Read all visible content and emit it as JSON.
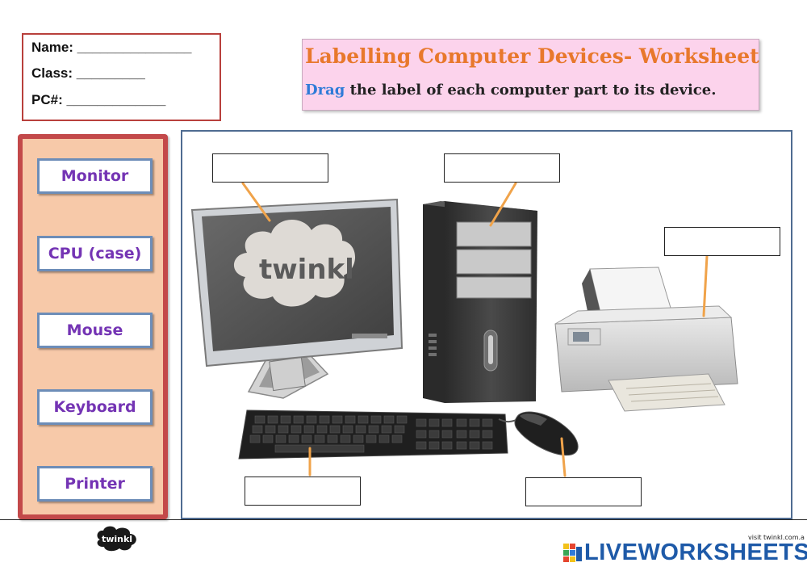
{
  "student_info": {
    "name": "Name: _______________",
    "class": "Class: _________",
    "pc": "PC#: _____________"
  },
  "banner": {
    "title": "Labelling Computer Devices- Worksheet",
    "subtitle_accent": "Drag",
    "subtitle_rest": " the label of each computer part to its device.",
    "colors": {
      "title": "#e8782c",
      "accent": "#2f7bd8",
      "background": "#fcd3ec"
    }
  },
  "labels": [
    "Monitor",
    "CPU (case)",
    "Mouse",
    "Keyboard",
    "Printer"
  ],
  "devices": {
    "monitor_logo": "twinkl"
  },
  "footer": {
    "logo": "twinkl",
    "visit": "visit twinkl.com.a",
    "brand": "LIVEWORKSHEETS",
    "brand_icon": "liveworksheets-badge-icon"
  },
  "colors": {
    "panel_bg": "#f7c9a9",
    "panel_border": "#c3494a",
    "tag_text": "#7434b4",
    "tag_border": "#6d8db8",
    "stage_border": "#4f6c91",
    "pointer": "#f0a34a"
  }
}
